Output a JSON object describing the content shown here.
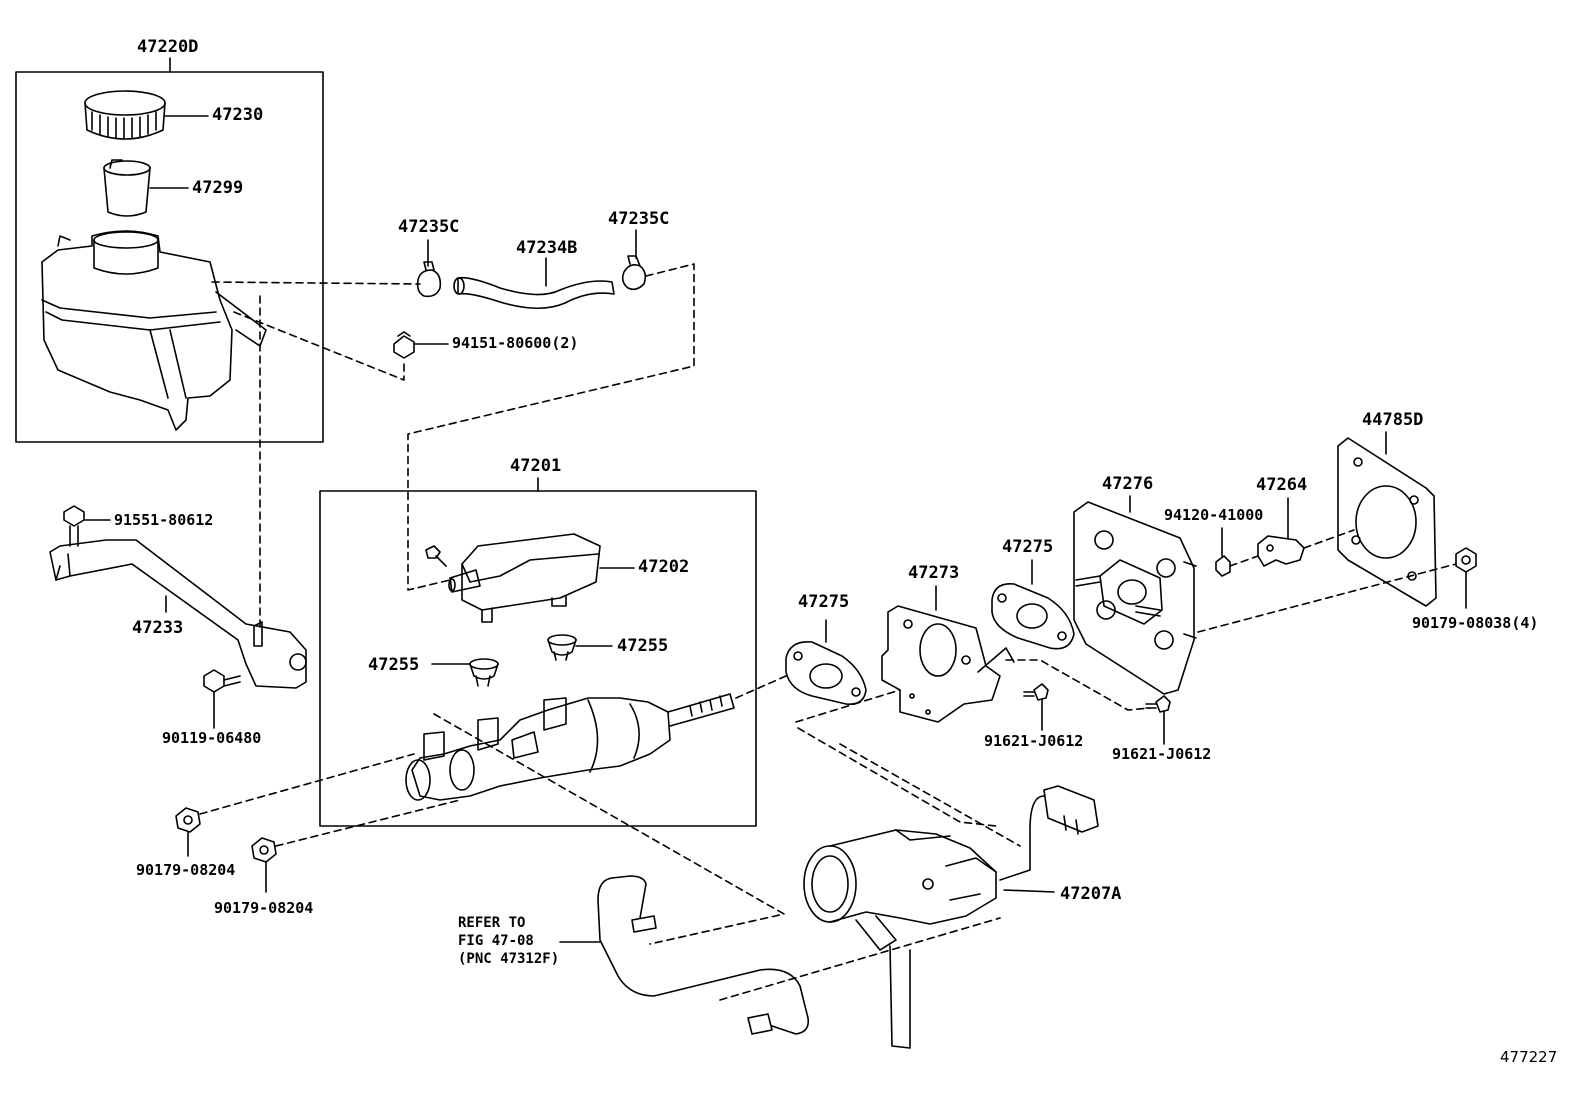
{
  "parts": {
    "p47220D": "47220D",
    "p47230": "47230",
    "p47299": "47299",
    "p47235C_a": "47235C",
    "p47235C_b": "47235C",
    "p47234B": "47234B",
    "p94151": "94151-80600(2)",
    "p47201": "47201",
    "p47202": "47202",
    "p47255_a": "47255",
    "p47255_b": "47255",
    "p91551": "91551-80612",
    "p47233": "47233",
    "p90119": "90119-06480",
    "p90179_a": "90179-08204",
    "p90179_b": "90179-08204",
    "p47275_a": "47275",
    "p47275_b": "47275",
    "p47273": "47273",
    "p47276": "47276",
    "p47264": "47264",
    "p94120": "94120-41000",
    "p44785D": "44785D",
    "p90179_c": "90179-08038(4)",
    "p91621_a": "91621-J0612",
    "p91621_b": "91621-J0612",
    "p47207A": "47207A"
  },
  "note": {
    "line1": "REFER TO",
    "line2": "FIG 47-08",
    "line3": "(PNC 47312F)"
  },
  "figure_id": "477227"
}
